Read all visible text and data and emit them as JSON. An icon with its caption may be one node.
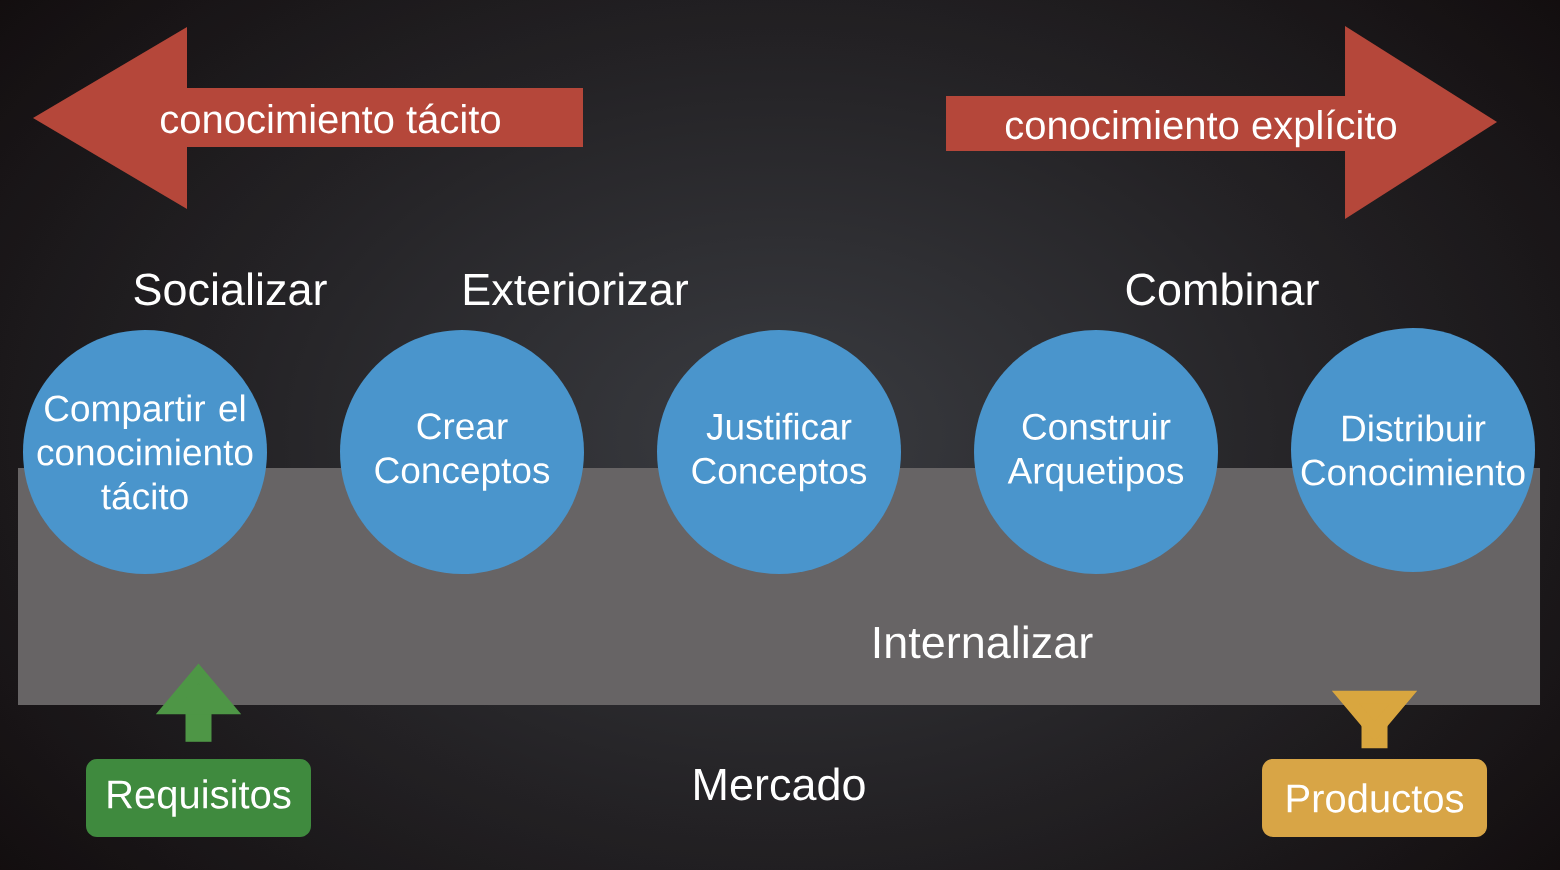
{
  "diagram": {
    "nodes": [
      {
        "text": [
          "conocimiento tácito"
        ]
      },
      {
        "text": [
          "conocimiento explícito"
        ]
      },
      {
        "text": [
          "Compartir el conocimiento tácito"
        ]
      },
      {
        "text": [
          "Crear Conceptos"
        ]
      },
      {
        "text": [
          "Justificar Conceptos"
        ]
      },
      {
        "text": [
          "Construir Arquetipos"
        ]
      },
      {
        "text": [
          "Distribuir Conocimiento"
        ]
      },
      {
        "text": [
          "Internalizar"
        ]
      },
      {
        "text": [
          "Requisitos"
        ]
      },
      {
        "text": [
          "Productos"
        ]
      }
    ],
    "edges": [
      {
        "from": 8,
        "to": 7,
        "arrow": "to",
        "color": "#4e9646"
      },
      {
        "from": 7,
        "to": 9,
        "arrow": "to",
        "color": "#d9a63f"
      }
    ],
    "labels": [
      "Socializar",
      "Exteriorizar",
      "Combinar",
      "Mercado"
    ]
  }
}
